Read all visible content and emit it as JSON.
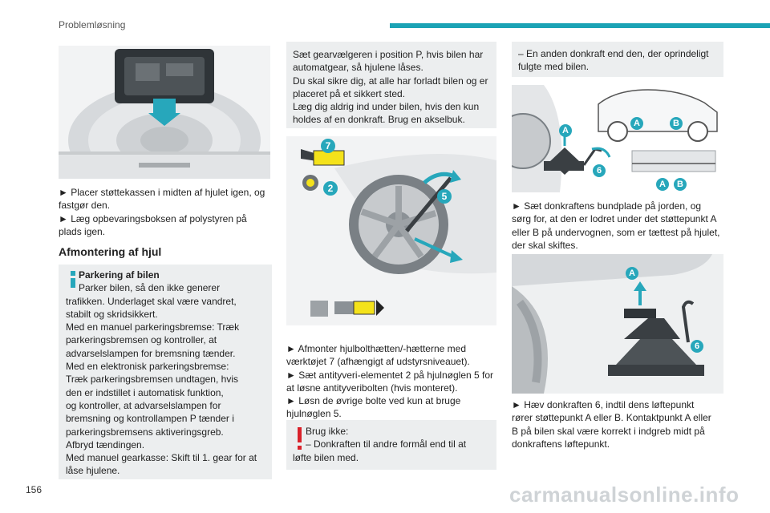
{
  "header": {
    "title": "Problemløsning"
  },
  "page_number": "156",
  "watermark": "carmanualsonline.info",
  "col1": {
    "bullets": [
      "► Placer støttekassen i midten af hjulet igen, og fastgør den.",
      "► Læg opbevaringsboksen af polystyren på plads igen."
    ],
    "section_title": "Afmontering af hjul",
    "info_title": "Parkering af bilen",
    "info_lines": [
      "Parker bilen, så den ikke generer",
      "trafikken. Underlaget skal være vandret,",
      "stabilt og skridsikkert.",
      "Med en manuel parkeringsbremse: Træk",
      "parkeringsbremsen og kontroller, at",
      "advarselslampen for bremsning tænder.",
      "Med en elektronisk parkeringsbremse:",
      "Træk parkeringsbremsen undtagen, hvis",
      "den er indstillet i automatisk funktion,",
      "og kontroller, at advarselslampen for",
      "bremsning og kontrollampen P tænder i",
      "parkeringsbremsens aktiveringsgreb.",
      "Afbryd tændingen.",
      "Med manuel gearkasse: Skift til 1. gear for at",
      "låse hjulene."
    ]
  },
  "col2": {
    "box_lines": [
      "Sæt gearvælgeren i position P, hvis bilen har",
      "automatgear, så hjulene låses.",
      "Du skal sikre dig, at alle har forladt bilen og er",
      "placeret på et sikkert sted.",
      "Læg dig aldrig ind under bilen, hvis den kun",
      "holdes af en donkraft. Brug en akselbuk."
    ],
    "labels": {
      "l7": "7",
      "l2": "2",
      "l5": "5"
    },
    "bullets": [
      "► Afmonter hjulbolthætten/-hætterne med",
      "værktøjet 7 (afhængigt af udstyrsniveauet).",
      "► Sæt antityveri-elementet 2 på hjulnøglen 5 for",
      "at løsne antityveribolten (hvis monteret).",
      "► Løsn de øvrige bolte ved kun at bruge",
      "hjulnøglen 5."
    ],
    "warn_title": "Brug ikke:",
    "warn_lines": [
      "– Donkraften til andre formål end til at",
      "løfte bilen med."
    ]
  },
  "col3": {
    "box_lines": [
      "– En anden donkraft end den, der oprindeligt",
      "fulgte med bilen."
    ],
    "labels": {
      "a": "A",
      "b": "B",
      "six": "6"
    },
    "bullets1": [
      "► Sæt donkraftens bundplade på jorden, og",
      "sørg for, at den er lodret under det støttepunkt A",
      "eller B på undervognen, som er tættest på hjulet,",
      "der skal skiftes."
    ],
    "bullets2": [
      "► Hæv donkraften 6, indtil dens løftepunkt",
      "rører støttepunkt A eller B. Kontaktpunkt A eller",
      "B på bilen skal være korrekt i indgreb midt på",
      "donkraftens løftepunkt."
    ]
  },
  "colors": {
    "accent": "#1ba3b5",
    "warning": "#d9212a",
    "box": "#eceeef",
    "label": "#27a7bb"
  }
}
